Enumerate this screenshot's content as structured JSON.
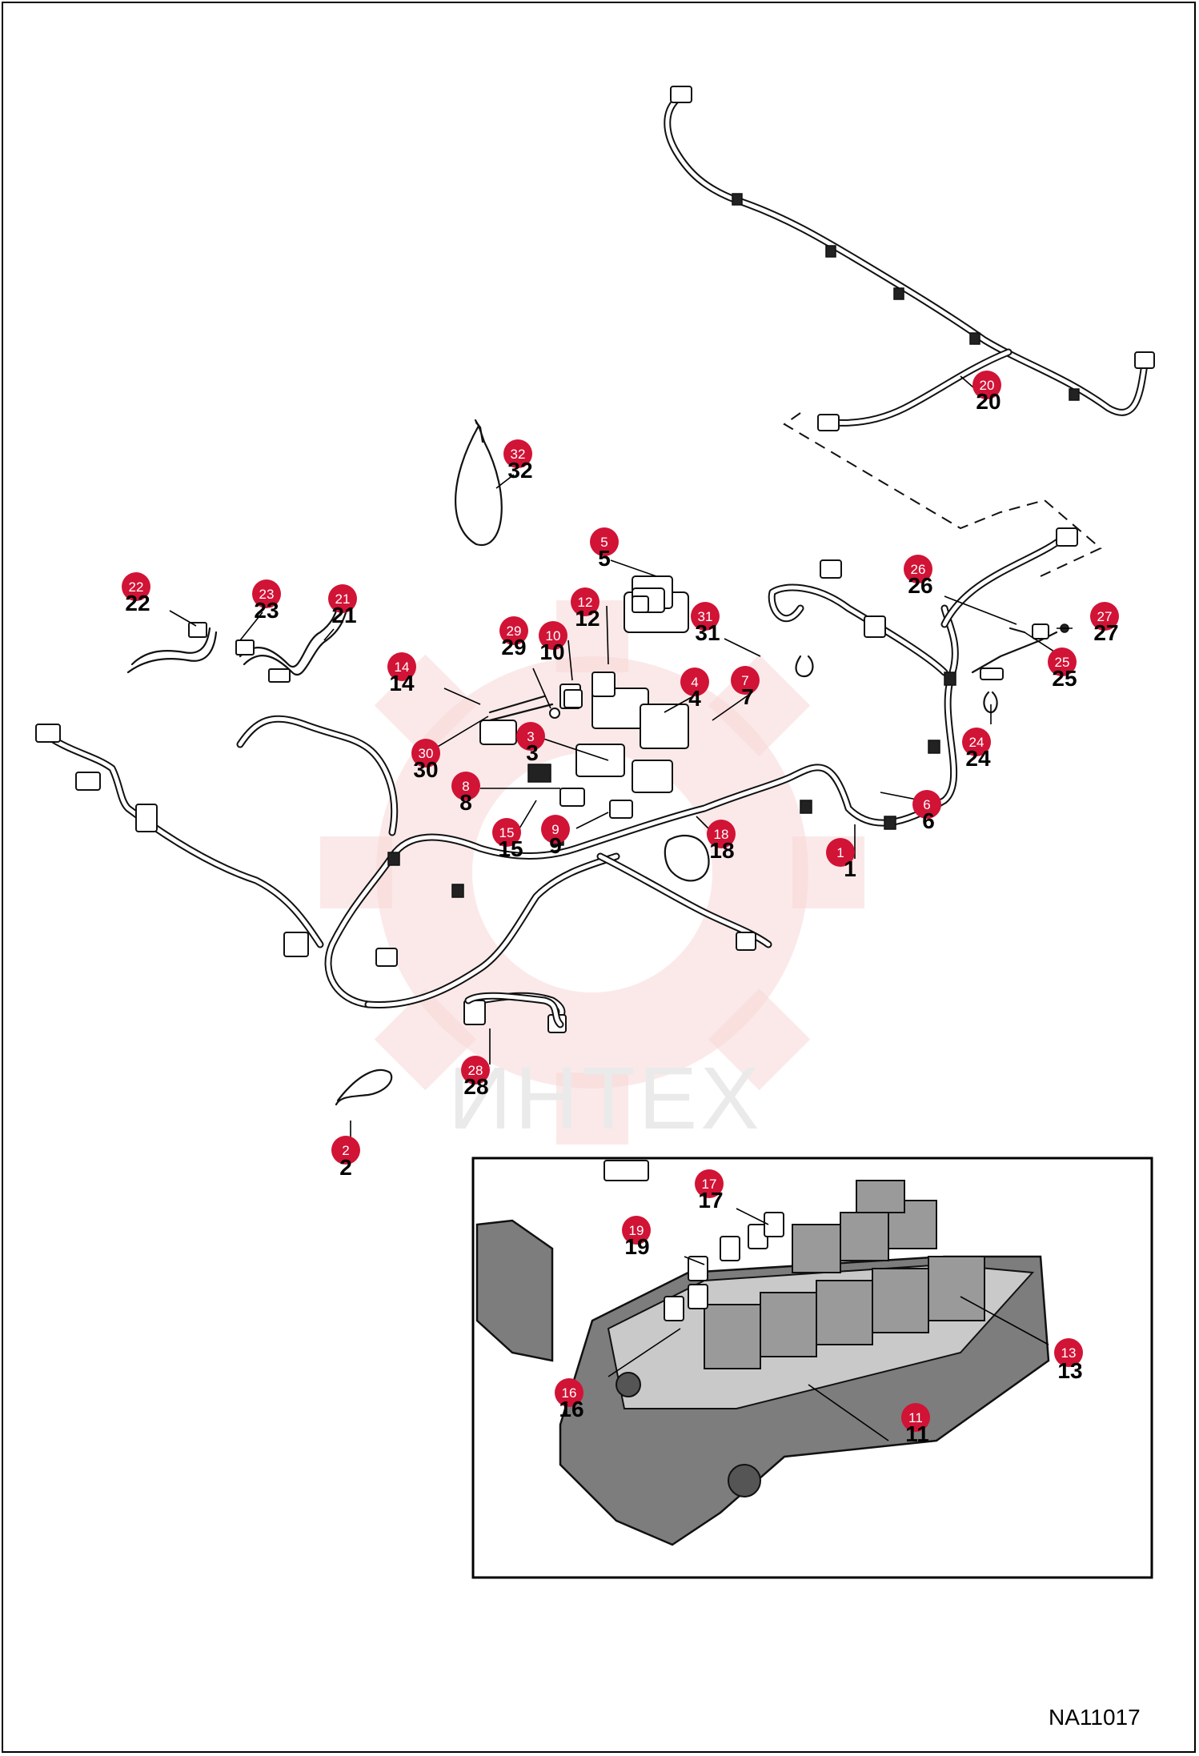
{
  "watermark": {
    "text": "ИНТЕХ",
    "color": "#f3b7b7"
  },
  "drawing_code": "NA11017",
  "badge_color": "#d11336",
  "icons": [
    "gear-watermark-icon"
  ],
  "callouts": [
    {
      "id": "1",
      "label": "1"
    },
    {
      "id": "2",
      "label": "2"
    },
    {
      "id": "3",
      "label": "3"
    },
    {
      "id": "4",
      "label": "4"
    },
    {
      "id": "5",
      "label": "5"
    },
    {
      "id": "6",
      "label": "6"
    },
    {
      "id": "7",
      "label": "7"
    },
    {
      "id": "8",
      "label": "8"
    },
    {
      "id": "9",
      "label": "9"
    },
    {
      "id": "10",
      "label": "10"
    },
    {
      "id": "11",
      "label": "11"
    },
    {
      "id": "12",
      "label": "12"
    },
    {
      "id": "13",
      "label": "13"
    },
    {
      "id": "14",
      "label": "14"
    },
    {
      "id": "15",
      "label": "15"
    },
    {
      "id": "16",
      "label": "16"
    },
    {
      "id": "17",
      "label": "17"
    },
    {
      "id": "18",
      "label": "18"
    },
    {
      "id": "19",
      "label": "19"
    },
    {
      "id": "20",
      "label": "20"
    },
    {
      "id": "21",
      "label": "21"
    },
    {
      "id": "22",
      "label": "22"
    },
    {
      "id": "23",
      "label": "23"
    },
    {
      "id": "24",
      "label": "24"
    },
    {
      "id": "25",
      "label": "25"
    },
    {
      "id": "26",
      "label": "26"
    },
    {
      "id": "27",
      "label": "27"
    },
    {
      "id": "28",
      "label": "28"
    },
    {
      "id": "29",
      "label": "29"
    },
    {
      "id": "30",
      "label": "30"
    },
    {
      "id": "31",
      "label": "31"
    },
    {
      "id": "32",
      "label": "32"
    }
  ]
}
